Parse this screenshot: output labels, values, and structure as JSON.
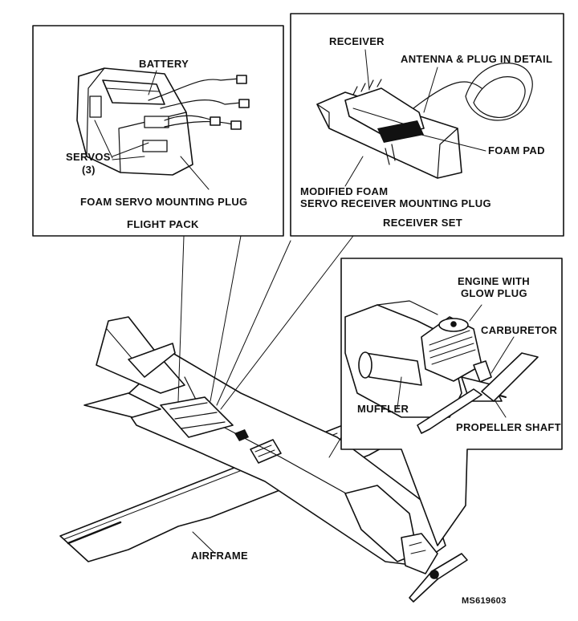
{
  "flight_pack": {
    "battery": "BATTERY",
    "servos": "SERVOS",
    "servos_count": "(3)",
    "plug": "FOAM SERVO MOUNTING PLUG",
    "caption": "FLIGHT PACK"
  },
  "receiver_set": {
    "receiver": "RECEIVER",
    "antenna": "ANTENNA & PLUG IN DETAIL",
    "foam_pad": "FOAM PAD",
    "plug_line1": "MODIFIED FOAM",
    "plug_line2": "SERVO RECEIVER MOUNTING PLUG",
    "caption": "RECEIVER SET"
  },
  "engine_detail": {
    "engine_line1": "ENGINE WITH",
    "engine_line2": "GLOW PLUG",
    "carburetor": "CARBURETOR",
    "muffler": "MUFFLER",
    "propeller_shaft": "PROPELLER SHAFT"
  },
  "airframe": "AIRFRAME",
  "figure_id": "MS619603"
}
